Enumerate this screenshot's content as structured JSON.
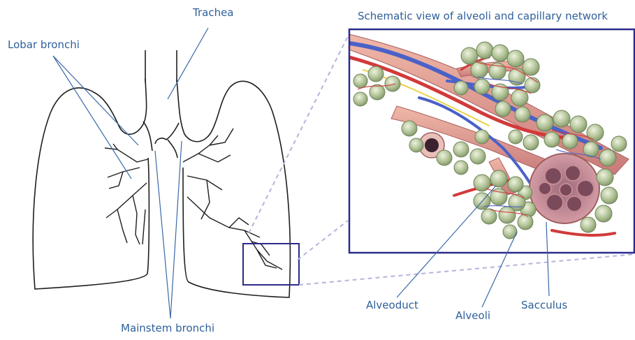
{
  "labels": {
    "trachea": "Trachea",
    "lobar_bronchi": "Lobar bronchi",
    "schematic_title": "Schematic view of alveoli and capillary network",
    "mainstem_bronchi": "Mainstem bronchi",
    "alveoduct": "Alveoduct",
    "alveoli": "Alveoli",
    "sacculus": "Sacculus"
  },
  "colors": {
    "label_text": "#2e5f9a",
    "leader_line": "#3a68a8",
    "outline": "#1e1e1e",
    "frame": "#2b2b8c",
    "dashed_projection": "#b4b4dc",
    "tissue_pink": "#d98f8f",
    "artery_red": "#d23a3a",
    "vein_blue": "#4a62c8",
    "nerve_yellow": "#e9d24a",
    "alveoli_green": "#b4c59a"
  },
  "icons": {
    "schematic": "alveoli-illustration"
  }
}
